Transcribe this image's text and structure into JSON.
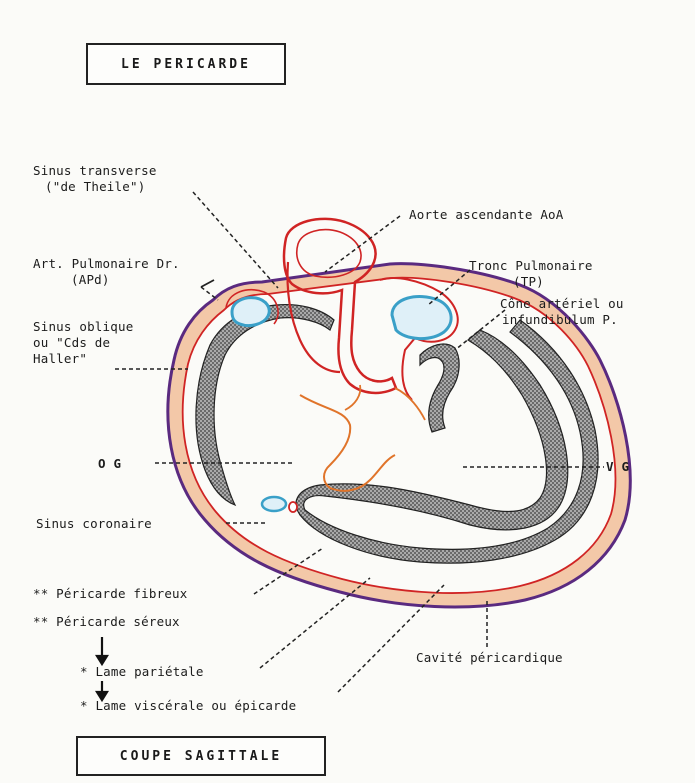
{
  "title": "LE PERICARDE",
  "subtitle": "COUPE SAGITTALE",
  "labels": {
    "sinus_transverse_1": "Sinus transverse",
    "sinus_transverse_2": "(\"de Theile\")",
    "aorte": "Aorte ascendante AoA",
    "apd_1": "Art. Pulmonaire Dr.",
    "apd_2": "(APd)",
    "tronc_1": "Tronc Pulmonaire",
    "tronc_2": "(TP)",
    "cone_1": "Cône artériel ou",
    "cone_2": "infundibulum P.",
    "sinus_oblique_1": "Sinus oblique",
    "sinus_oblique_2": "ou  \"Cds de",
    "sinus_oblique_3": "Haller\"",
    "og": "O G",
    "vg": "V G",
    "sinus_coronaire": "Sinus coronaire",
    "fibreux": "** Péricarde fibreux",
    "sereux": "** Péricarde séreux",
    "parietale": "* Lame pariétale",
    "visceral": "* Lame viscérale ou épicarde",
    "cavite": "Cavité péricardique"
  },
  "colors": {
    "fibrous_pericardium": "#e8a070",
    "parietal_red": "#d02424",
    "outer_purple": "#5a2a80",
    "vessel_teal": "#3aa0c8",
    "myocardium": "#555555",
    "ink": "#1a1a1a"
  }
}
